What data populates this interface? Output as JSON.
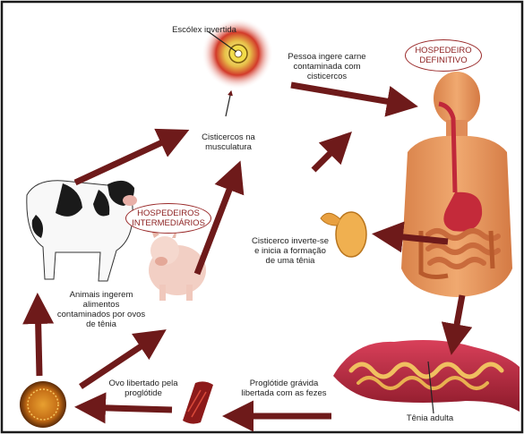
{
  "colors": {
    "arrow": "#6e1a1a",
    "border": "#1a1a1a",
    "oval_text": "#8c1f1f",
    "skin": "#e99a63",
    "intestine": "#c96b3c"
  },
  "labels": {
    "escolex": "Escólex invertida",
    "pessoa_line1": "Pessoa ingere carne",
    "pessoa_line2": "contaminada com",
    "pessoa_line3": "cisticercos",
    "hosp_def_line1": "HOSPEDEIRO",
    "hosp_def_line2": "DEFINITIVO",
    "cisticercos_line1": "Cisticercos na",
    "cisticercos_line2": "musculatura",
    "hosp_int_line1": "HOSPEDEIROS",
    "hosp_int_line2": "INTERMEDIÁRIOS",
    "cisticerco_line1": "Cisticerco inverte-se",
    "cisticerco_line2": "e inicia a formação",
    "cisticerco_line3": "de uma tênia",
    "animais_line1": "Animais ingerem",
    "animais_line2": "alimentos",
    "animais_line3": "contaminados por ovos",
    "animais_line4": "de tênia",
    "ovo_line1": "Ovo libertado pela",
    "ovo_line2": "proglótide",
    "proglotide_line1": "Proglótide grávida",
    "proglotide_line2": "libertada com as fezes",
    "tenia": "Tênia adulta"
  }
}
